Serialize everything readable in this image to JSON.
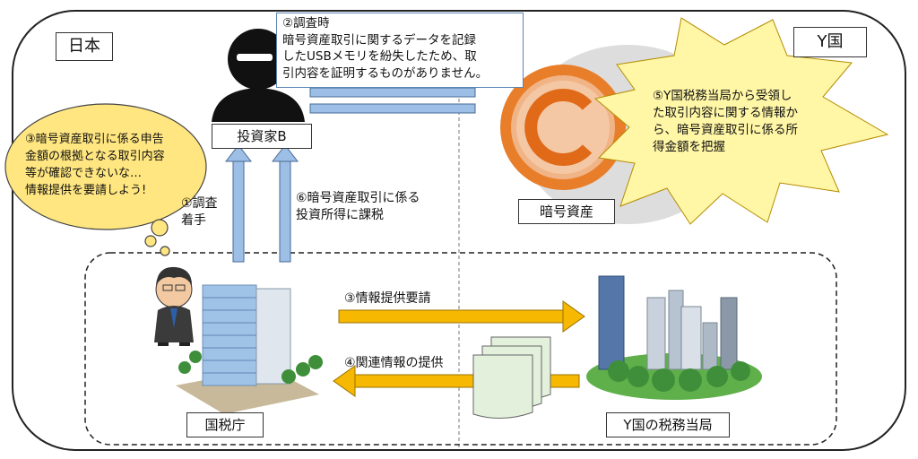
{
  "regions": {
    "japan": "日本",
    "country_y": "Y国"
  },
  "actors": {
    "investor": "投資家B",
    "nta": "国税庁",
    "y_authority": "Y国の税務当局",
    "crypto": "暗号資産"
  },
  "notes": {
    "step1": "①調査\n着手",
    "step2": "②調査時\n暗号資産取引に関するデータを記録\nしたUSBメモリを紛失したため、取\n引内容を証明するものがありません。",
    "step3": "③暗号資産取引に係る申告\n金額の根拠となる取引内容\n等が確認できないな…\n情報提供を要請しよう!",
    "step3_arrow": "③情報提供要請",
    "step4_arrow": "④関連情報の提供",
    "step5": "⑤Y国税務当局から受領し\nた取引内容に関する情報か\nら、暗号資産取引に係る所\n得金額を把握",
    "step6": "⑥暗号資産取引に係る\n投資所得に課税"
  },
  "icons": {
    "investor": "silhouette-person-icon",
    "crypto": "copyright-coin-icon",
    "officer": "officer-person-icon",
    "nta_building": "office-building-icon",
    "y_city": "city-skyline-icon",
    "documents": "document-stack-icon"
  },
  "colors": {
    "arrow_yellow": "#f6b800",
    "arrow_blue": "#9dbfe6",
    "cloud_yellow": "#ffe680",
    "burst_yellow": "#fff6a6",
    "coin_orange": "#e87e2a"
  }
}
